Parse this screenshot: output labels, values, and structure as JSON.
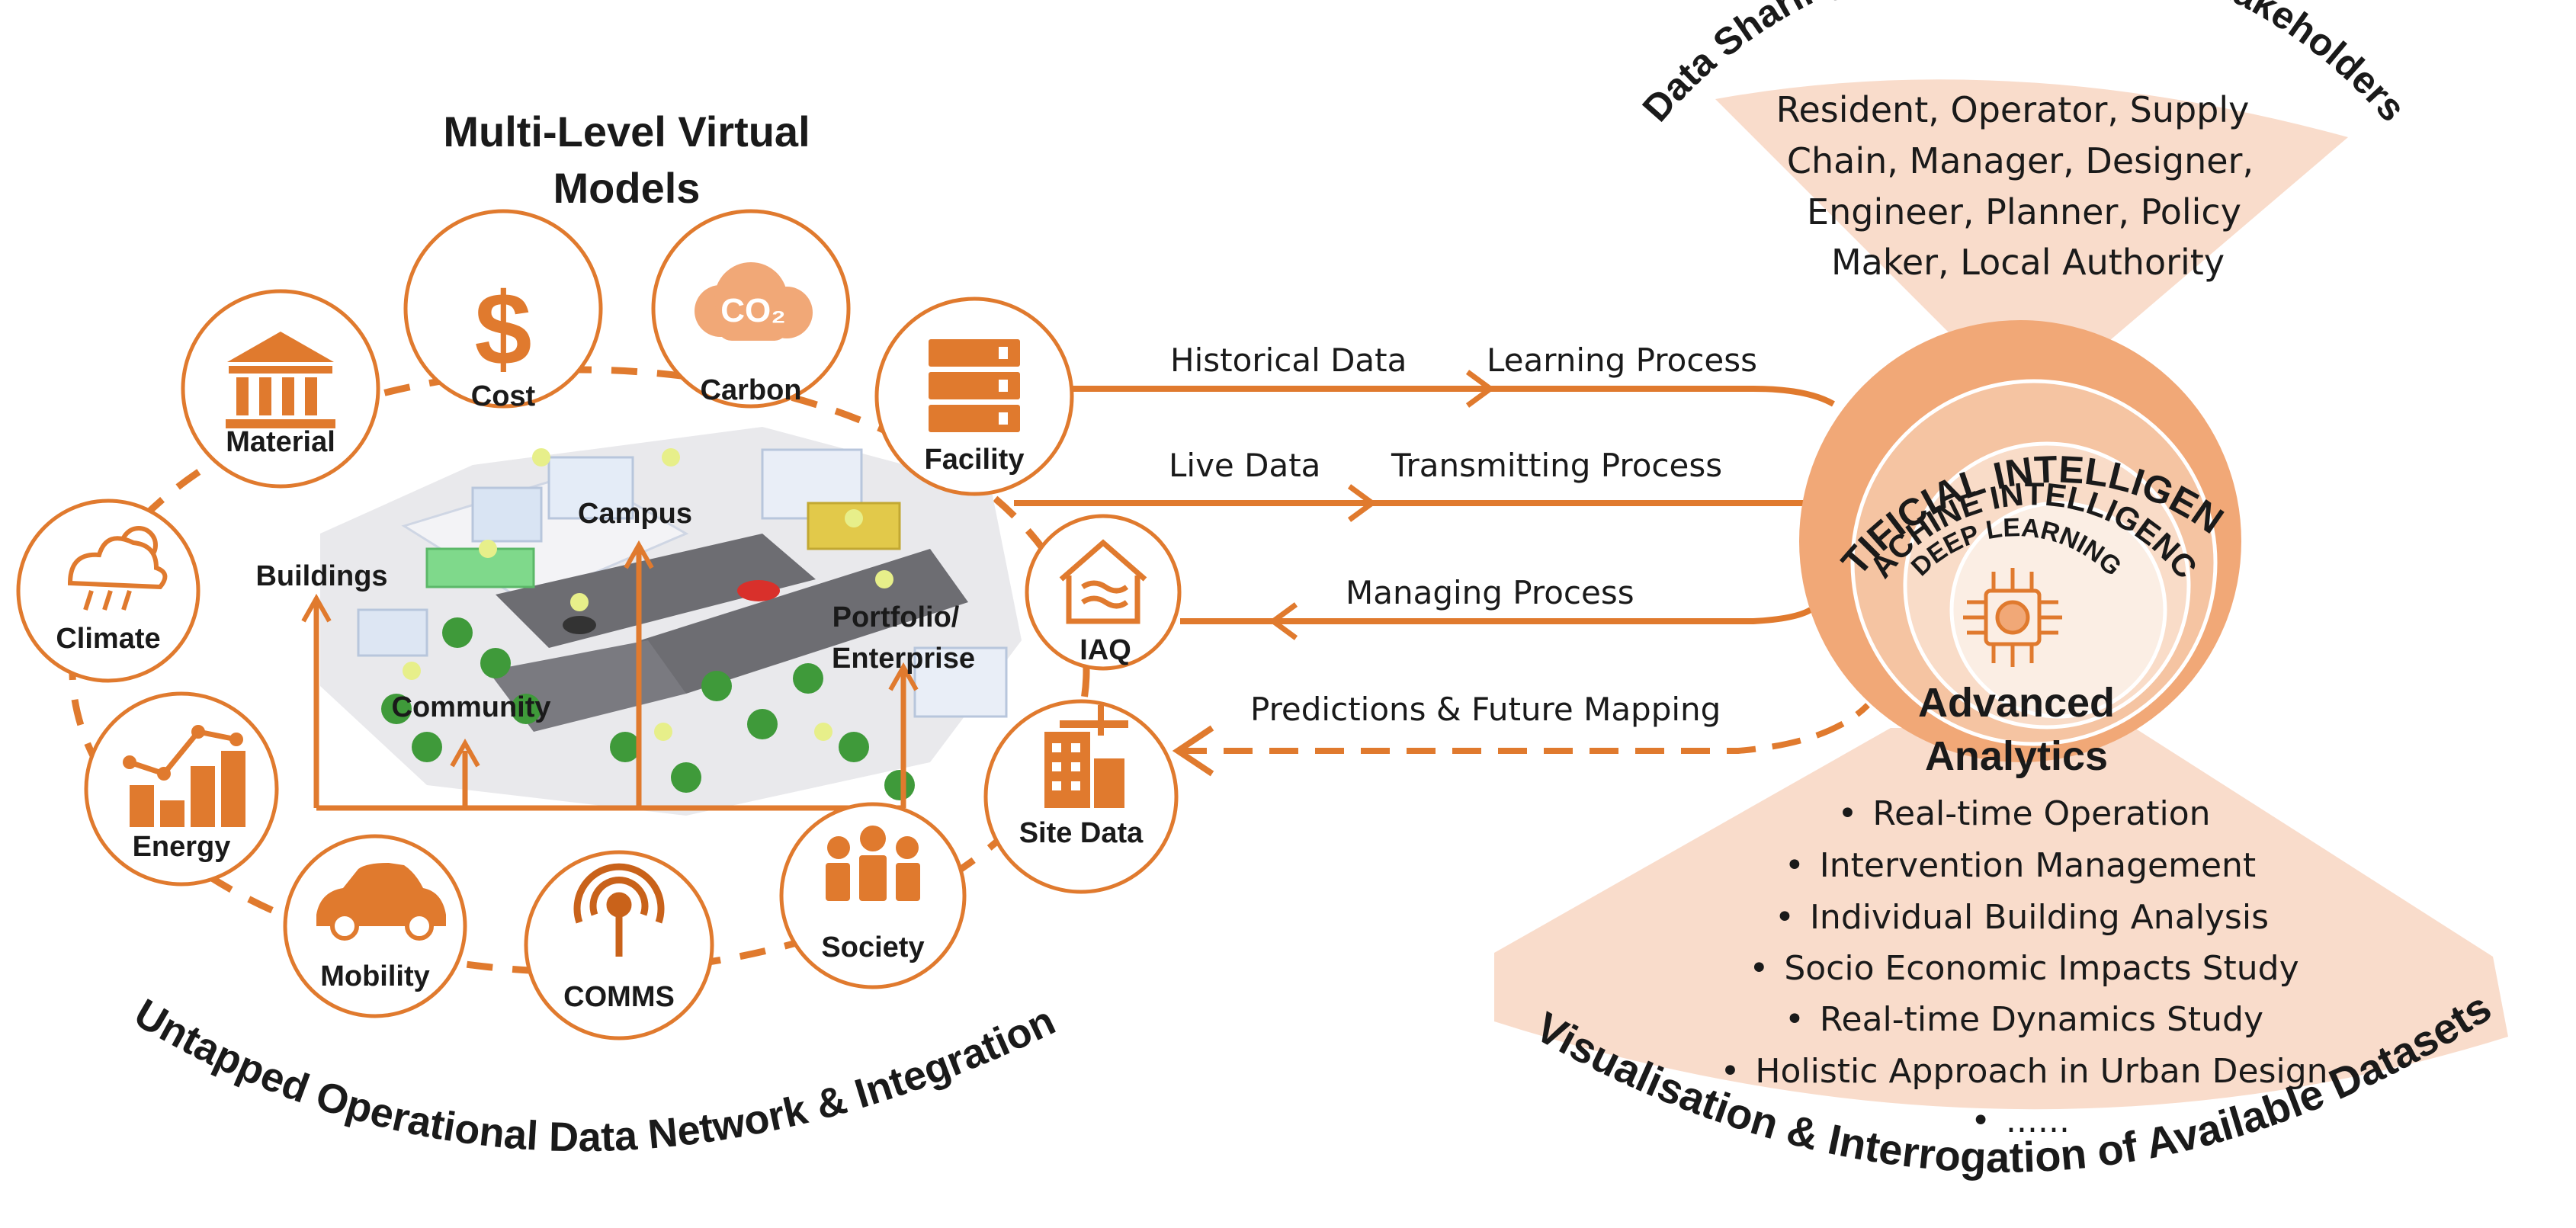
{
  "title": [
    "Multi-Level Virtual",
    "Models"
  ],
  "nodes": {
    "material": "Material",
    "cost": "Cost",
    "carbon": "Carbon",
    "carbon_symbol": "CO₂",
    "cost_symbol": "$",
    "facility": "Facility",
    "climate": "Climate",
    "iaq": "IAQ",
    "energy": "Energy",
    "site": "Site Data",
    "mobility": "Mobility",
    "comms": "COMMS",
    "society": "Society"
  },
  "city_labels": {
    "campus": "Campus",
    "buildings": "Buildings",
    "portfolio": [
      "Portfolio/",
      "Enterprise"
    ],
    "community": "Community"
  },
  "flows": {
    "historical": "Historical Data",
    "learning": "Learning Process",
    "live": "Live Data",
    "transmitting": "Transmitting Process",
    "managing": "Managing Process",
    "predictions": "Predictions & Future Mapping"
  },
  "ai_rings": {
    "outer": "ARTIFICIAL INTELLIGENCE",
    "middle": "MACHINE INTELLIGENCE",
    "inner": "DEEP LEARNING"
  },
  "analytics_title": [
    "Advanced",
    "Analytics"
  ],
  "consumers": {
    "heading": "Data Sharing with Consumers & Stakeholders",
    "lines": [
      "Resident, Operator,  Supply",
      "Chain, Manager, Designer,",
      "Engineer, Planner, Policy",
      "Maker, Local Authority"
    ]
  },
  "analytics": {
    "items": [
      "Real-time Operation",
      "Intervention Management",
      "Individual Building Analysis",
      "Socio Economic Impacts Study",
      "Real-time Dynamics Study",
      "Holistic Approach in Urban Design",
      "......"
    ],
    "bullet": "•",
    "heading": "Visualisation & Interrogation of Available Datasets"
  },
  "network_heading": "Untapped Operational Data Network & Integration",
  "colors": {
    "accent": "#e07a2e",
    "accent_dark": "#c9621a",
    "peach": "#f9dccb",
    "ring1": "#f1a877",
    "ring2": "#f5c4a2",
    "ring3": "#f9dcc8",
    "core": "#fbeee4"
  }
}
